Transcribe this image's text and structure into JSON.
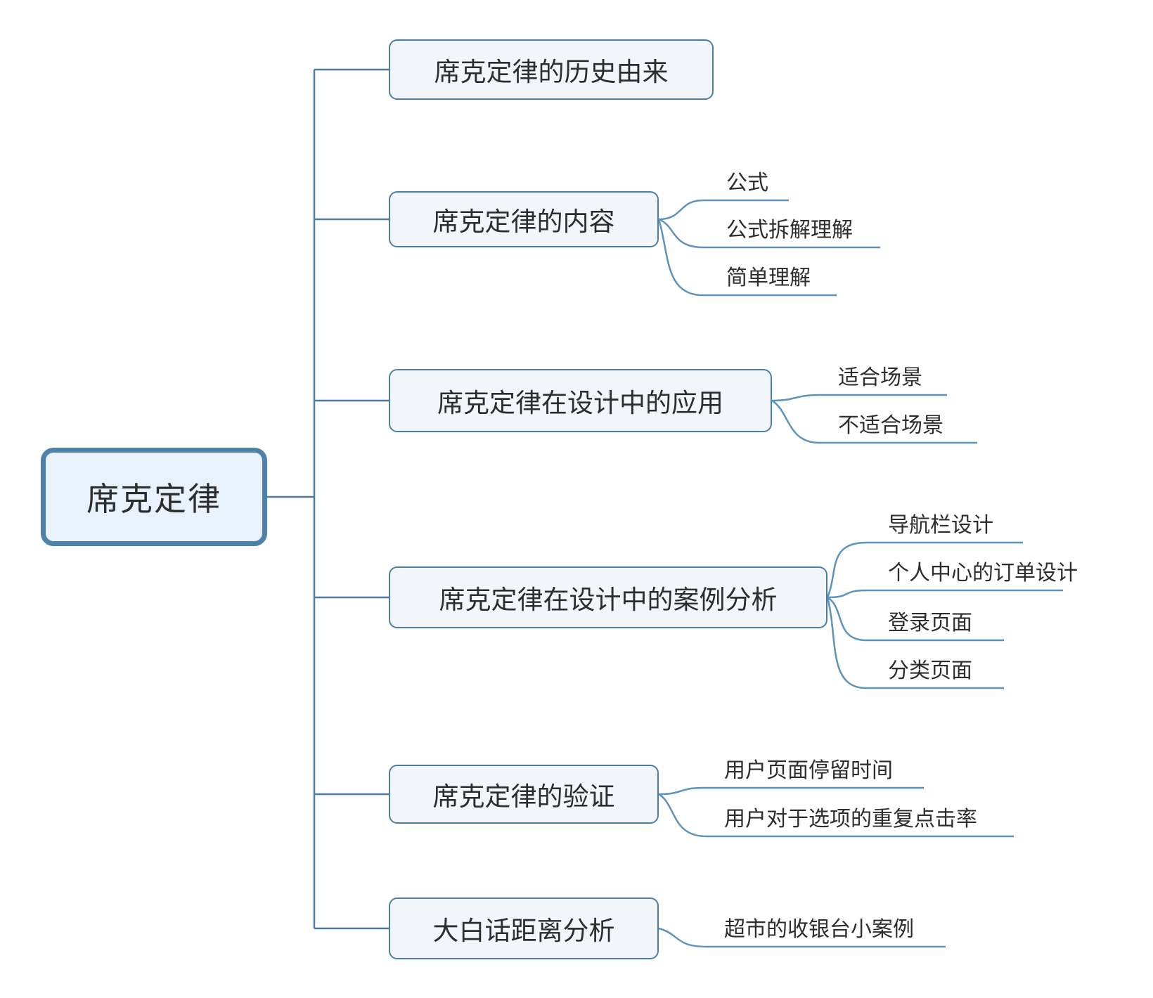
{
  "mindmap": {
    "root": {
      "label": "席克定律"
    },
    "branches": [
      {
        "label": "席克定律的历史由来",
        "children": []
      },
      {
        "label": "席克定律的内容",
        "children": [
          {
            "label": "公式"
          },
          {
            "label": "公式拆解理解"
          },
          {
            "label": "简单理解"
          }
        ]
      },
      {
        "label": "席克定律在设计中的应用",
        "children": [
          {
            "label": "适合场景"
          },
          {
            "label": "不适合场景"
          }
        ]
      },
      {
        "label": "席克定律在设计中的案例分析",
        "children": [
          {
            "label": "导航栏设计"
          },
          {
            "label": "个人中心的订单设计"
          },
          {
            "label": "登录页面"
          },
          {
            "label": "分类页面"
          }
        ]
      },
      {
        "label": "席克定律的验证",
        "children": [
          {
            "label": "用户页面停留时间"
          },
          {
            "label": "用户对于选项的重复点击率"
          }
        ]
      },
      {
        "label": "大白话距离分析",
        "children": [
          {
            "label": "超市的收银台小案例"
          }
        ]
      }
    ],
    "colors": {
      "root_border": "#4d82ab",
      "root_fill": "#e9f1fa",
      "branch_border": "#4b7fa7",
      "branch_fill": "#f2f6fb",
      "connector": "#4f7ca0",
      "child_connector": "#5e93bd",
      "text": "#2d2d2d"
    }
  }
}
